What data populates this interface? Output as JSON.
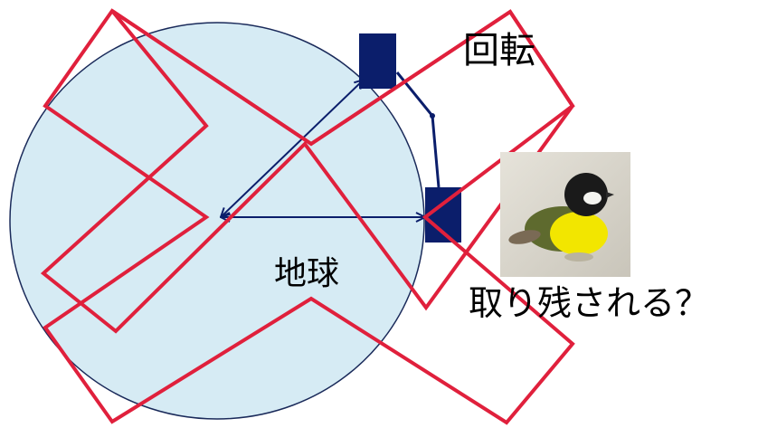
{
  "labels": {
    "rotation": "回転",
    "earth": "地球",
    "left_behind": "取り残される？"
  },
  "colors": {
    "earth_fill": "#d6ebf4",
    "earth_stroke": "#1a2a5a",
    "observer_box": "#0b1e6b",
    "arrow": "#0b1e6b",
    "cross_mark": "#e0203c",
    "bird_yellow": "#f2e600",
    "bird_body": "#5e6a2e",
    "bird_head": "#1a1a1a",
    "photo_bg": "#d8d5cc"
  },
  "icons": {
    "bird_photo": "plush-great-tit-bird",
    "cross_mark": "red-x-mark"
  }
}
